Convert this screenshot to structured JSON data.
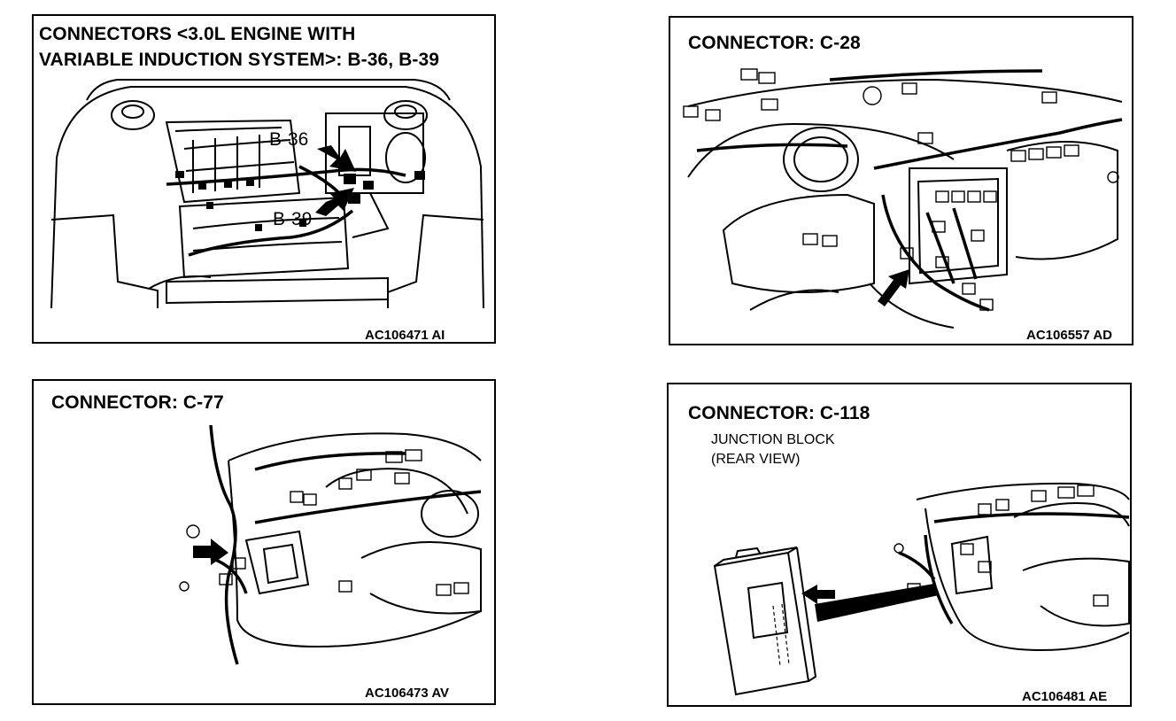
{
  "panels": [
    {
      "title_line1": "CONNECTORS <3.0L ENGINE WITH",
      "title_line2": "VARIABLE INDUCTION SYSTEM>: B-36, B-39",
      "callouts": [
        "B-36",
        "B-39"
      ],
      "code": "AC106471 AI"
    },
    {
      "title": "CONNECTOR: C-28",
      "code": "AC106557 AD"
    },
    {
      "title": "CONNECTOR: C-77",
      "code": "AC106473 AV"
    },
    {
      "title": "CONNECTOR: C-118",
      "sub_line1": "JUNCTION BLOCK",
      "sub_line2": "(REAR VIEW)",
      "code": "AC106481 AE"
    }
  ],
  "icons": [
    "arrow-icon"
  ],
  "colors": {
    "line": "#000000",
    "background": "#ffffff"
  }
}
